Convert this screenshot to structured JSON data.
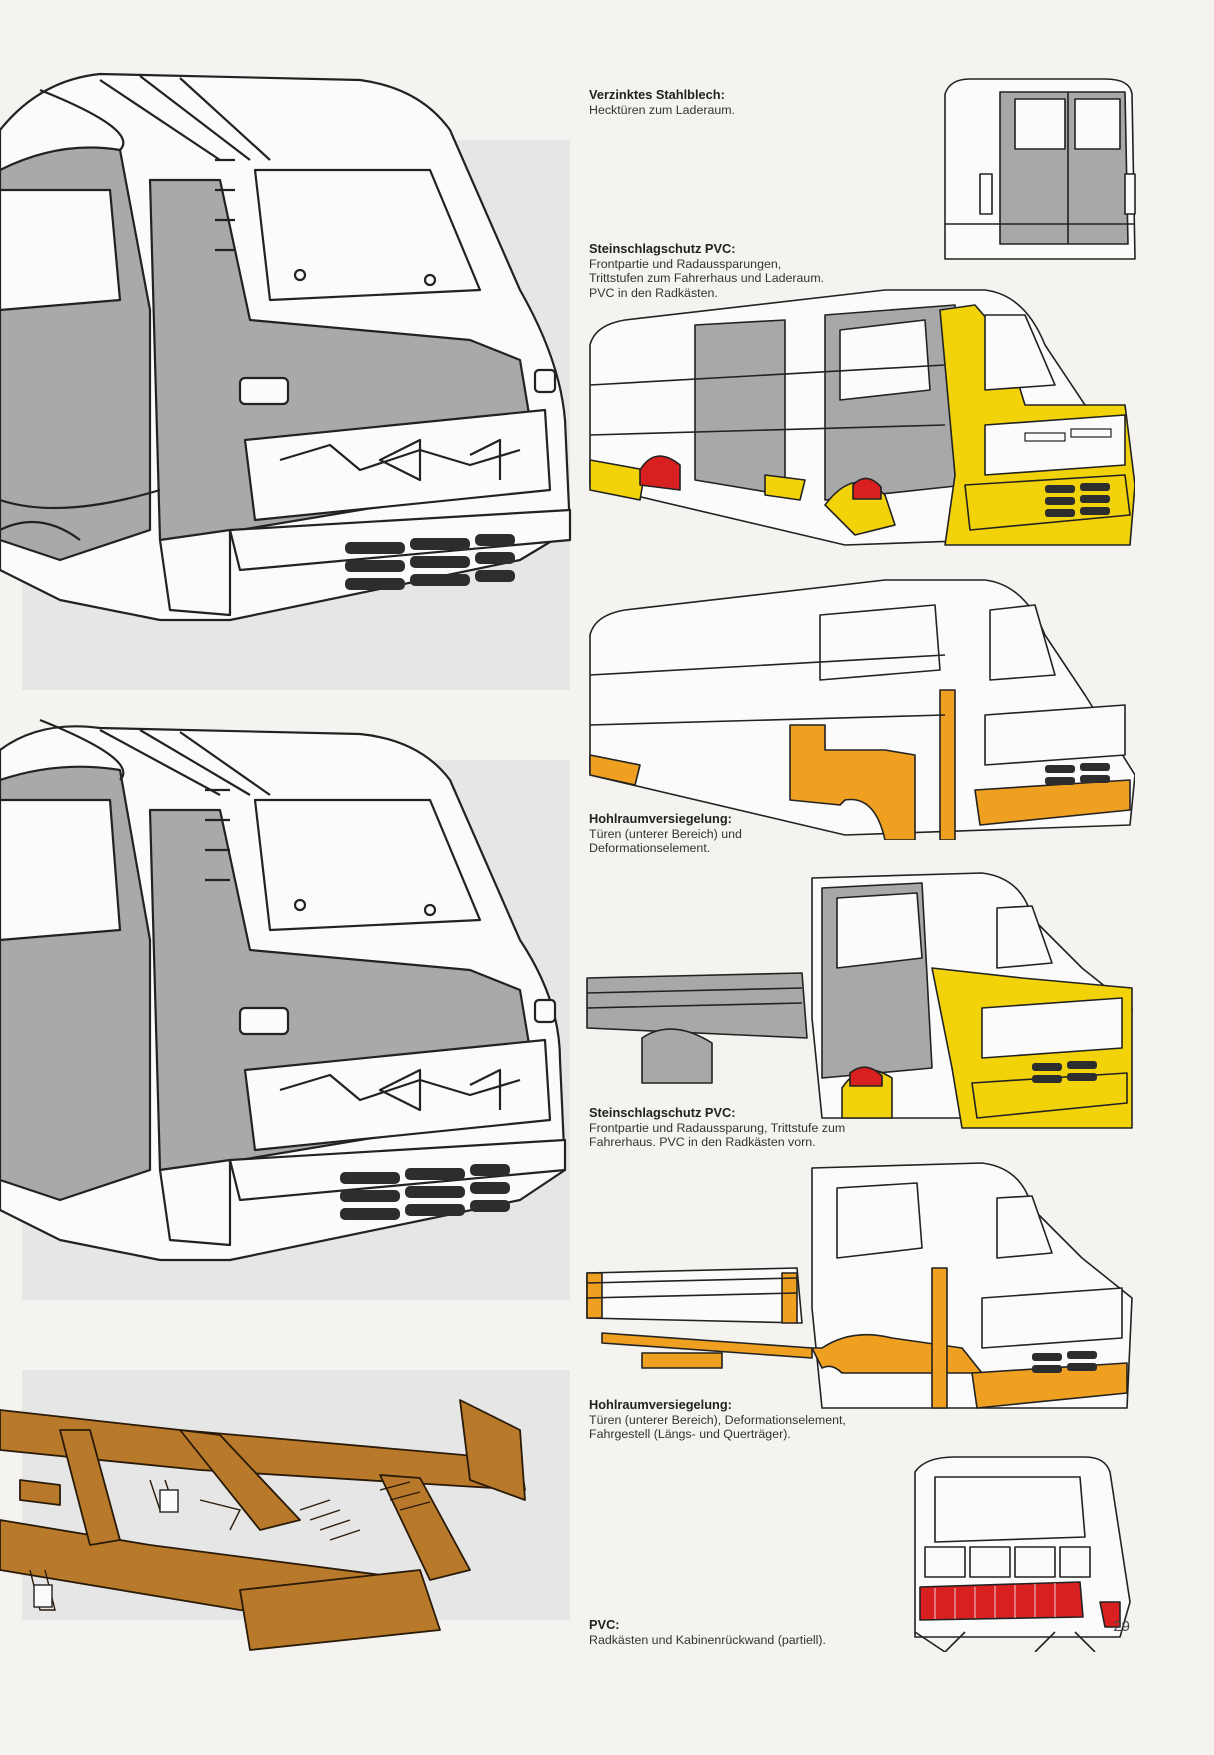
{
  "captions": [
    {
      "title": "Verzinktes Stahlblech:",
      "body": "Hecktüren zum Laderaum."
    },
    {
      "title": "Steinschlagschutz PVC:",
      "body": "Frontpartie und Radaussparungen, Trittstufen zum Fahrerhaus und Laderaum. PVC in den Radkästen."
    },
    {
      "title": "Hohlraumversiegelung:",
      "body": "Türen (unterer Bereich) und Deformationselement."
    },
    {
      "title": "Steinschlagschutz PVC:",
      "body": "Frontpartie und Radaussparung, Trittstufe zum Fahrerhaus. PVC in den Radkästen vorn."
    },
    {
      "title": "Hohlraumversiegelung:",
      "body": "Türen (unterer Bereich), Deformationselement, Fahrgestell (Längs- und Querträger)."
    },
    {
      "title": "PVC:",
      "body": "Radkästen und Kabinenrückwand (partiell)."
    }
  ],
  "page_number": "29",
  "colors": {
    "page": "#f4f3ef",
    "panel": "#e6e6e6",
    "galvanized_grey": "#a8a8a8",
    "pvc_yellow": "#f2d30a",
    "cavity_orange": "#f0a020",
    "pvc_red": "#d92020",
    "frame_brown": "#b87a2a",
    "line": "#222222"
  }
}
